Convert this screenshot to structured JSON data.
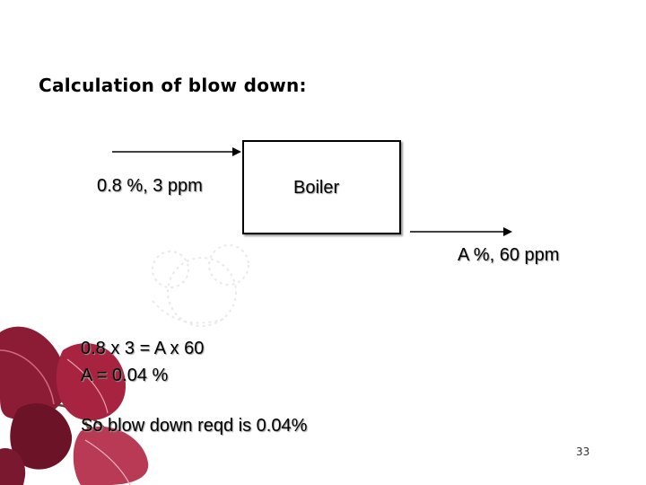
{
  "slide": {
    "title": "Calculation of blow down:",
    "input_label": "0.8 %, 3 ppm",
    "boiler_label": "Boiler",
    "output_label": "A %, 60 ppm",
    "equation_line1": "0.8 x 3 =  A x 60",
    "equation_line2": "A = 0.04 %",
    "conclusion": "So blow down reqd is 0.04%",
    "page_number": "33"
  },
  "colors": {
    "leaf_dark": "#6d1327",
    "leaf_mid": "#a8233f",
    "leaf_light": "#d06a7c",
    "stem": "#5a4a2a"
  },
  "icons": {
    "decoration": "red-leaves-illustration"
  }
}
